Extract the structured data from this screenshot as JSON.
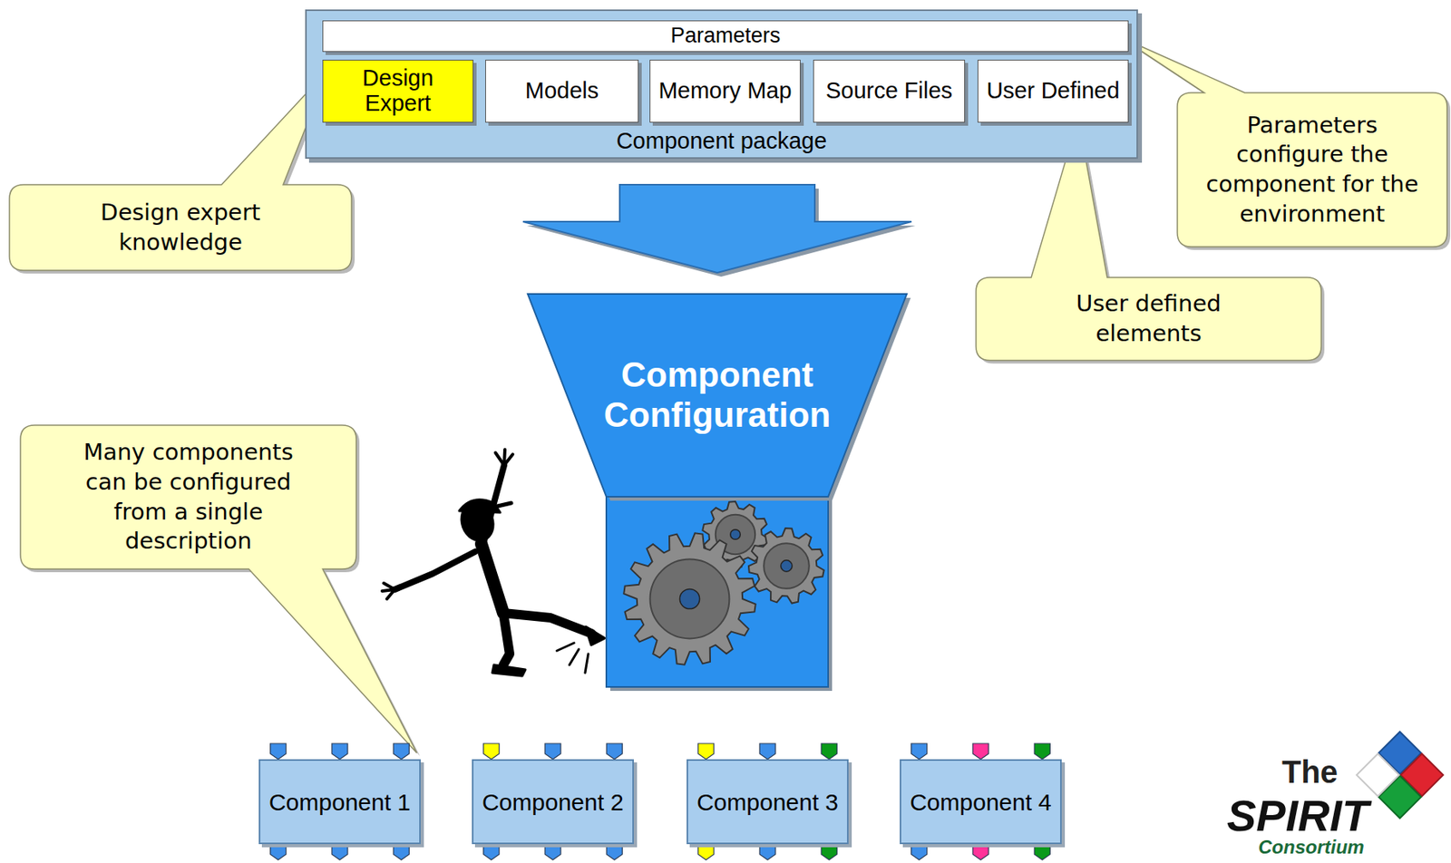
{
  "diagram": {
    "nodes": [
      {
        "text": [
          "Component package"
        ]
      },
      {
        "text": [
          "Parameters"
        ],
        "in": 0
      },
      {
        "text": [
          "Design Expert"
        ],
        "in": 0
      },
      {
        "text": [
          "Models"
        ],
        "in": 0
      },
      {
        "text": [
          "Memory Map"
        ],
        "in": 0
      },
      {
        "text": [
          "Source Files"
        ],
        "in": 0
      },
      {
        "text": [
          "User Defined"
        ],
        "in": 0
      },
      {
        "text": [
          "Parameters configure the component for the environment"
        ]
      },
      {
        "text": [
          "Design expert knowledge"
        ]
      },
      {
        "text": [
          "User defined elements"
        ]
      },
      {
        "text": [
          "Component Configuration"
        ]
      },
      {
        "text": [
          "Many components can be configured from a single description"
        ]
      },
      {
        "text": [
          "Component 1"
        ]
      },
      {
        "text": [
          "Component 2"
        ]
      },
      {
        "text": [
          "Component 3"
        ]
      },
      {
        "text": [
          "Component 4"
        ]
      }
    ],
    "edges": [
      {
        "from": 0,
        "to": 10,
        "arrow": "to"
      }
    ],
    "labels": [
      "The",
      "SPIRIT",
      "Consortium"
    ]
  }
}
